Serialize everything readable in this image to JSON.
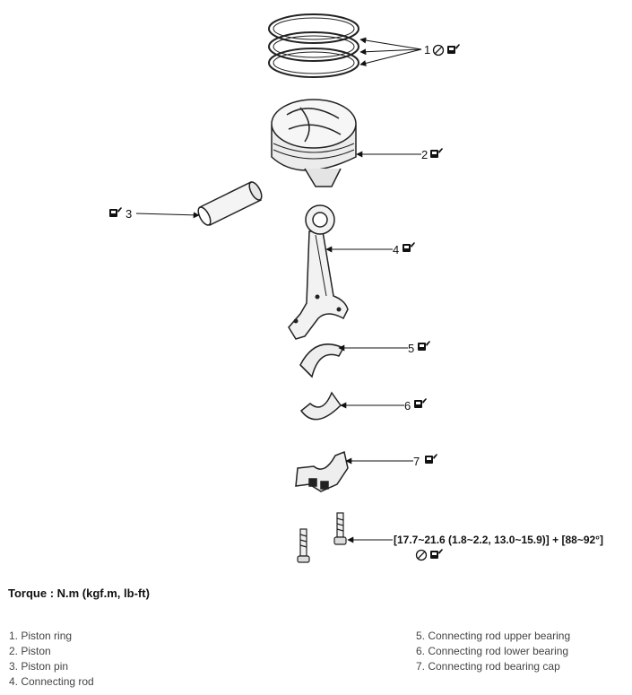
{
  "callouts": {
    "c1": "1",
    "c2": "2",
    "c3": "3",
    "c4": "4",
    "c5": "5",
    "c6": "6",
    "c7": "7"
  },
  "torque_spec": "[17.7~21.6 (1.8~2.2, 13.0~15.9)] + [88~92°]",
  "torque_title": "Torque : N.m (kgf.m, lb-ft)",
  "legend_left": [
    "1. Piston ring",
    "2. Piston",
    "3. Piston pin",
    "4. Connecting rod"
  ],
  "legend_right": [
    "5. Connecting rod upper bearing",
    "6. Connecting rod lower bearing",
    "7. Connecting rod bearing cap"
  ],
  "icons": [
    "oil-can-icon",
    "no-reuse-icon"
  ]
}
